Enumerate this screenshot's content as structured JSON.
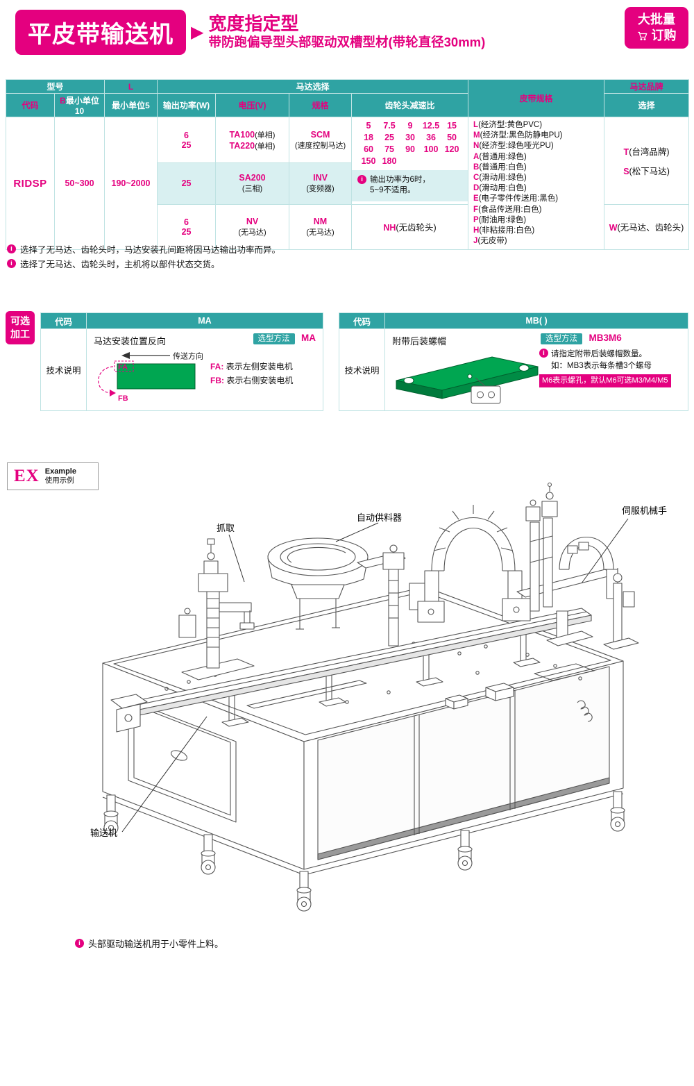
{
  "icons": {
    "info": "i"
  },
  "header": {
    "title": "平皮带输送机",
    "arrow": "▶",
    "type_line1": "宽度指定型",
    "type_line2": "带防跑偏导型头部驱动双槽型材(带轮直径30mm)",
    "badge_line1": "大批量",
    "badge_line2": "订购"
  },
  "table": {
    "h_model": "型号",
    "h_code": "代码",
    "h_b_prefix": "B",
    "h_b_rest": "最小单位10",
    "h_L": "L",
    "h_l_unit": "最小单位5",
    "h_motor": "马达选择",
    "h_power": "输出功率(W)",
    "h_voltage": "电压(V)",
    "h_spec": "规格",
    "h_gear": "齿轮头减速比",
    "h_belt": "皮带规格",
    "h_brand": "马达品牌",
    "h_brand_sub": "选择",
    "code": "RIDSP",
    "b_range": "50~300",
    "l_range": "190~2000",
    "r1_power_a": "6",
    "r1_power_b": "25",
    "r1_volt_a": "TA100",
    "r1_volt_a_sub": "(单相)",
    "r1_volt_b": "TA220",
    "r1_volt_b_sub": "(单相)",
    "r1_spec": "SCM",
    "r1_spec_sub": "(速度控制马达)",
    "r2_power": "25",
    "r2_volt": "SA200",
    "r2_volt_sub": "(三相)",
    "r2_spec": "INV",
    "r2_spec_sub": "(变频器)",
    "r3_power_a": "6",
    "r3_power_b": "25",
    "r3_volt": "NV",
    "r3_volt_sub": "(无马达)",
    "r3_spec": "NM",
    "r3_spec_sub": "(无马达)",
    "r3_gear": "NH",
    "r3_gear_sub": "(无齿轮头)",
    "gear_ratios": [
      "5",
      "7.5",
      "9",
      "12.5",
      "15",
      "18",
      "25",
      "30",
      "36",
      "50",
      "60",
      "75",
      "90",
      "100",
      "120",
      "150",
      "180"
    ],
    "gear_note_1": "输出功率为6时，",
    "gear_note_2": "5~9不适用。",
    "belts": [
      {
        "code": "L",
        "desc": "(经济型:黄色PVC)"
      },
      {
        "code": "M",
        "desc": "(经济型:黑色防静电PU)"
      },
      {
        "code": "N",
        "desc": "(经济型:绿色哑光PU)"
      },
      {
        "code": "A",
        "desc": "(普通用:绿色)"
      },
      {
        "code": "B",
        "desc": "(普通用:白色)"
      },
      {
        "code": "C",
        "desc": "(滑动用:绿色)"
      },
      {
        "code": "D",
        "desc": "(滑动用:白色)"
      },
      {
        "code": "E",
        "desc": "(电子零件传送用:黑色)"
      },
      {
        "code": "F",
        "desc": "(食品传送用:白色)"
      },
      {
        "code": "P",
        "desc": "(耐油用:绿色)"
      },
      {
        "code": "H",
        "desc": "(非粘接用:白色)"
      },
      {
        "code": "J",
        "desc": "(无皮带)"
      }
    ],
    "brand_t": "T",
    "brand_t_desc": "(台湾品牌)",
    "brand_s": "S",
    "brand_s_desc": "(松下马达)",
    "brand_w": "W",
    "brand_w_desc": "(无马达、齿轮头)"
  },
  "notes": {
    "n1": "选择了无马达、齿轮头时，马达安装孔间距将因马达输出功率而异。",
    "n2": "选择了无马达、齿轮头时，主机将以部件状态交货。"
  },
  "optional": {
    "tab_line1": "可选",
    "tab_line2": "加工",
    "code_label": "代码",
    "tech_label": "技术说明",
    "method_label": "选型方法",
    "ma": {
      "code": "MA",
      "title": "马达安装位置反向",
      "method_value": "MA",
      "direction": "传送方向",
      "fa": "FA",
      "fb": "FB",
      "fa_key": "FA:",
      "fa_text": "表示左侧安装电机",
      "fb_key": "FB:",
      "fb_text": "表示右侧安装电机"
    },
    "mb": {
      "code": "MB( )",
      "title": "附带后装螺帽",
      "method_value": "MB3M6",
      "note1": "请指定附带后装螺帽数量。",
      "note2": "如：MB3表示每条槽3个螺母",
      "note3": "M6表示螺孔，默认M6可选M3/M4/M5"
    }
  },
  "example": {
    "ex": "EX",
    "example_en": "Example",
    "example_cn": "使用示例",
    "label_grab": "抓取",
    "label_feeder": "自动供料器",
    "label_servo": "伺服机械手",
    "label_conveyor": "输送机",
    "note": "头部驱动输送机用于小零件上料。"
  }
}
